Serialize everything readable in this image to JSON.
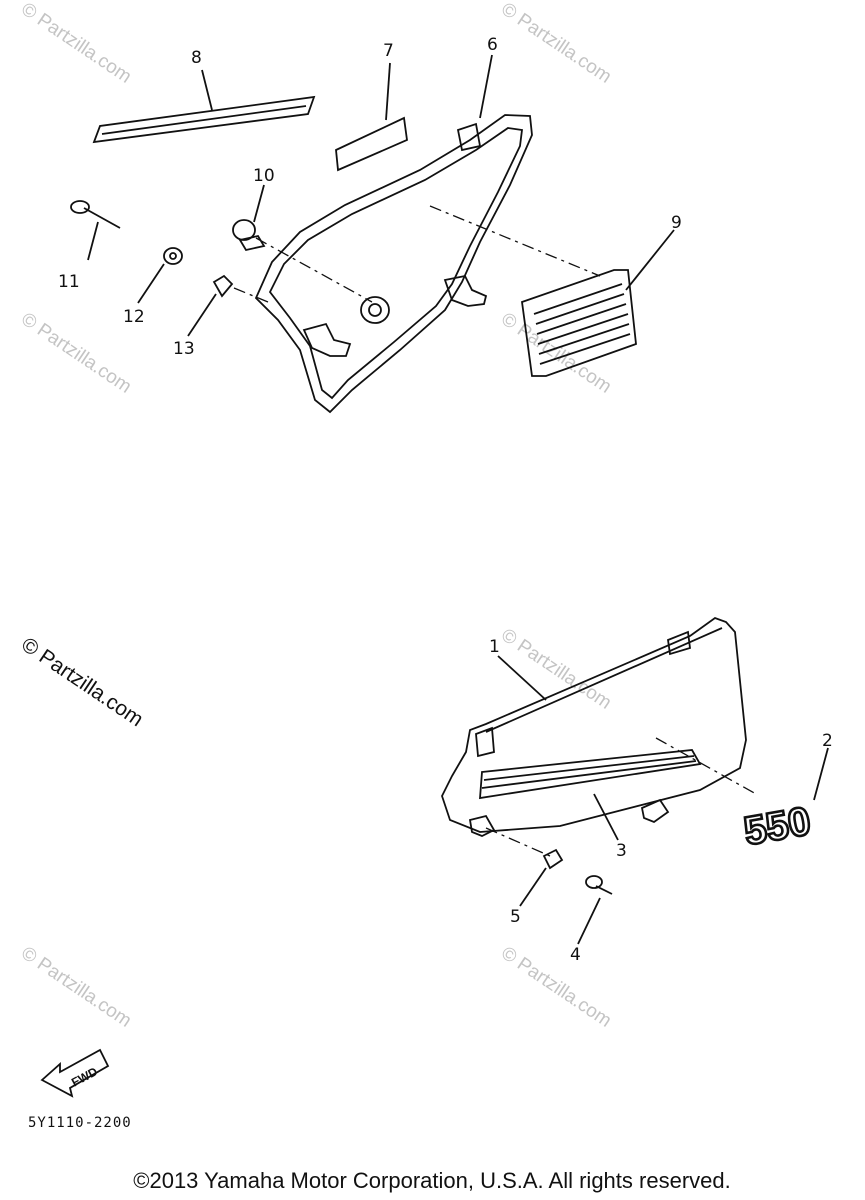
{
  "callouts": {
    "c1": "1",
    "c2": "2",
    "c3": "3",
    "c4": "4",
    "c5": "5",
    "c6": "6",
    "c7": "7",
    "c8": "8",
    "c9": "9",
    "c10": "10",
    "c11": "11",
    "c12": "12",
    "c13": "13"
  },
  "emblem_text": "550",
  "fwd_label": "FWD",
  "diagram_code": "5Y1110-2200",
  "watermark_text": "© Partzilla.com",
  "copyright": "©2013 Yamaha Motor Corporation, U.S.A. All rights reserved."
}
